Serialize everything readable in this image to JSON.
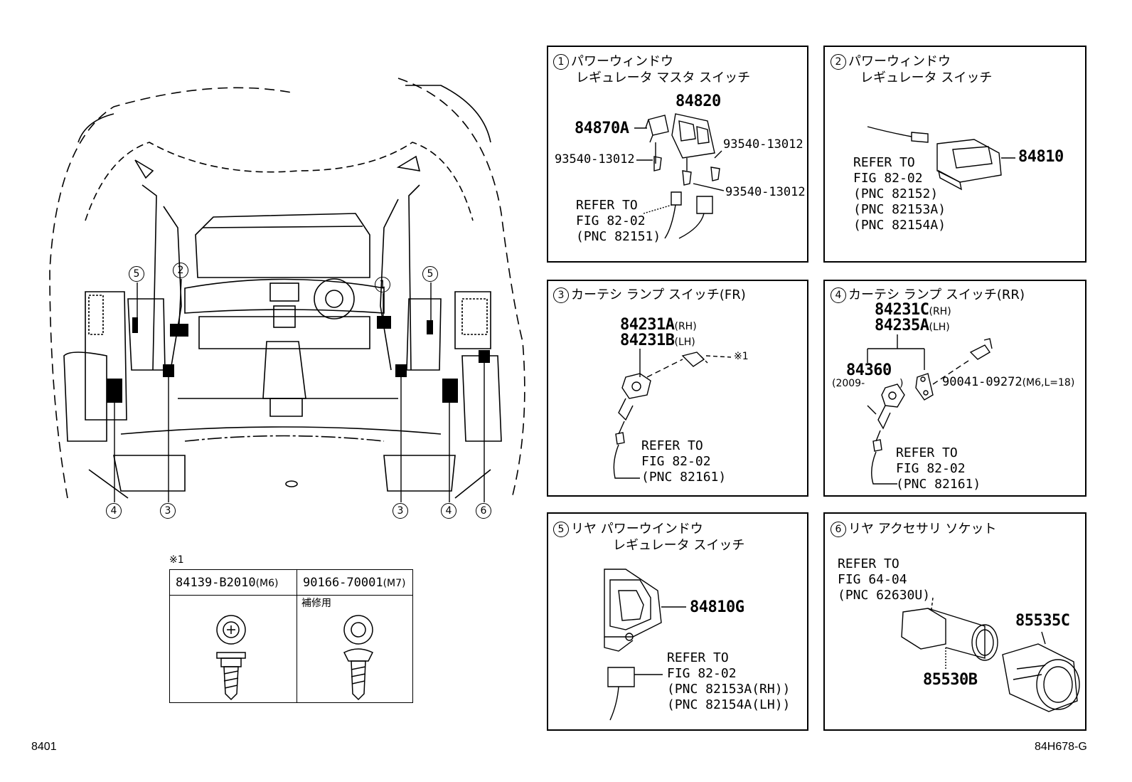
{
  "overview": {
    "callouts_bottom": [
      "4",
      "3",
      "3",
      "4",
      "6"
    ],
    "callouts_top": [
      "5",
      "2",
      "1",
      "5"
    ]
  },
  "panel1": {
    "num": "1",
    "title_line1": "パワーウィンドウ",
    "title_line2": "レギュレータ マスタ スイッチ",
    "part_a": "84820",
    "part_b": "84870A",
    "screw_left": "93540-13012",
    "screw_right_top": "93540-13012",
    "screw_right_bottom": "93540-13012",
    "refer": "REFER TO\nFIG 82-02\n(PNC 82151)"
  },
  "panel2": {
    "num": "2",
    "title_line1": "パワーウィンドウ",
    "title_line2": "レギュレータ スイッチ",
    "part": "84810",
    "refer": "REFER TO\nFIG 82-02\n(PNC 82152)\n(PNC 82153A)\n(PNC 82154A)"
  },
  "panel3": {
    "num": "3",
    "title": "カーテシ ランプ スイッチ(FR)",
    "part_a": "84231A",
    "part_a_side": "(RH)",
    "part_b": "84231B",
    "part_b_side": "(LH)",
    "note_mark": "※1",
    "refer": "REFER TO\nFIG 82-02\n(PNC 82161)"
  },
  "panel4": {
    "num": "4",
    "title": "カーテシ ランプ スイッチ(RR)",
    "part_a": "84231C",
    "part_a_side": "(RH)",
    "part_b": "84235A",
    "part_b_side": "(LH)",
    "part_c": "84360",
    "part_c_note": "(2009-",
    "part_c_note_end": ")",
    "bolt": "90041-09272",
    "bolt_spec": "(M6,L=18)",
    "refer": "REFER TO\nFIG 82-02\n(PNC 82161)"
  },
  "panel5": {
    "num": "5",
    "title_line1": "リヤ パワーウインドウ",
    "title_line2": "レギュレータ スイッチ",
    "part": "84810G",
    "refer": "REFER TO\nFIG 82-02\n(PNC 82153A(RH))\n(PNC 82154A(LH))"
  },
  "panel6": {
    "num": "6",
    "title": "リヤ アクセサリ ソケット",
    "part_a": "85535C",
    "part_b": "85530B",
    "refer": "REFER TO\nFIG 64-04\n(PNC 62630U)"
  },
  "bolt_table": {
    "mark": "※1",
    "col1_part": "84139-B2010",
    "col1_spec": "(M6)",
    "col2_part": "90166-70001",
    "col2_spec": "(M7)",
    "col2_note": "補修用"
  },
  "footer": {
    "left_code": "8401",
    "right_code": "84H678-G"
  }
}
